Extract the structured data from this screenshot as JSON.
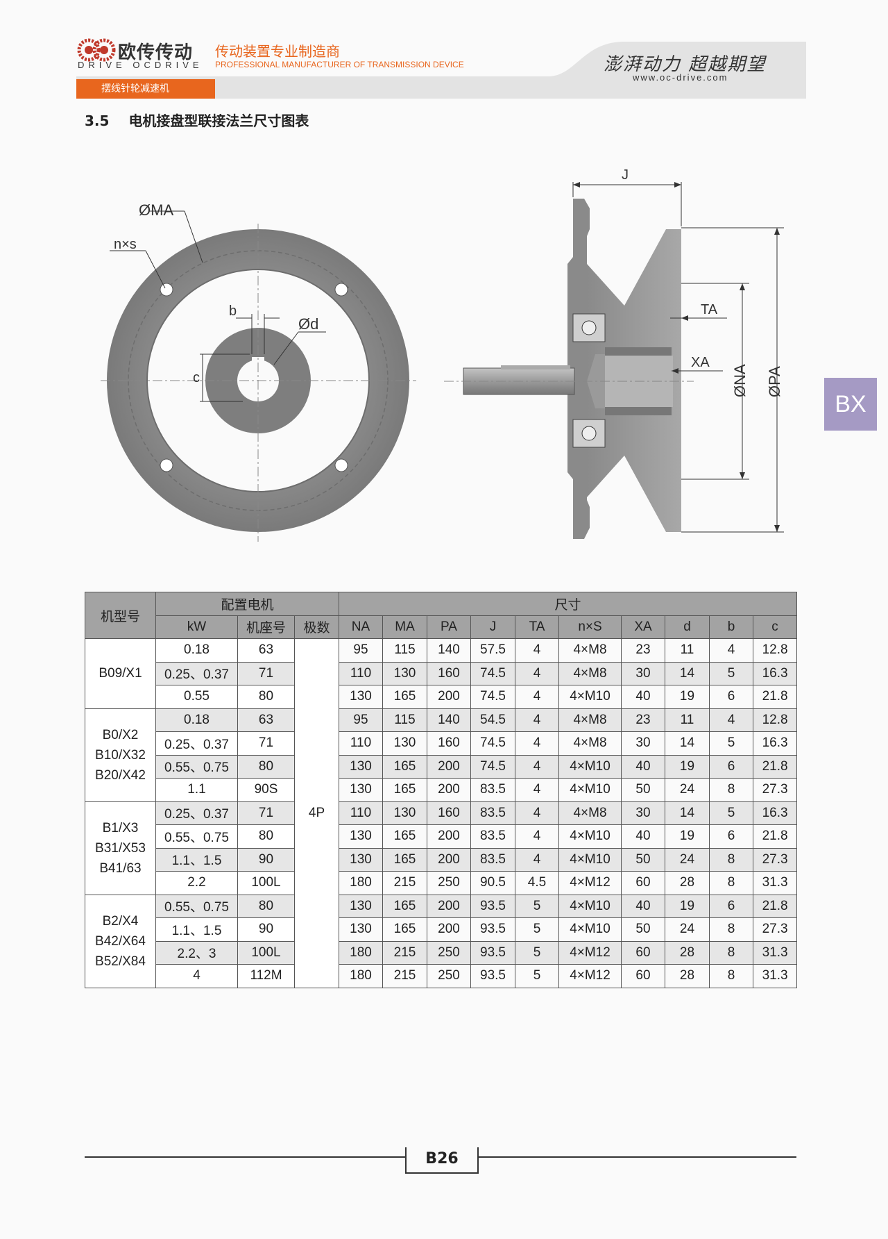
{
  "header": {
    "brand_cn": "欧传传动",
    "brand_en": "DRIVE OCDRIVE",
    "tagline_cn": "传动装置专业制造商",
    "tagline_en": "PROFESSIONAL MANUFACTURER OF TRANSMISSION DEVICE",
    "slogan": "澎湃动力 超越期望",
    "website": "www.oc-drive.com",
    "category": "摆线针轮减速机"
  },
  "section": {
    "number": "3.5",
    "title": "电机接盘型联接法兰尺寸图表"
  },
  "side_tab": "BX",
  "drawing_labels": {
    "ma": "ØMA",
    "nxs": "n×s",
    "b": "b",
    "d": "Ød",
    "c": "c",
    "j": "J",
    "ta": "TA",
    "xa": "XA",
    "na": "ØNA",
    "pa": "ØPA"
  },
  "table": {
    "group_headers": {
      "model": "机型号",
      "motor": "配置电机",
      "dims": "尺寸"
    },
    "columns": [
      "kW",
      "机座号",
      "极数",
      "NA",
      "MA",
      "PA",
      "J",
      "TA",
      "n×S",
      "XA",
      "d",
      "b",
      "c"
    ],
    "poles": "4P",
    "groups": [
      {
        "model": [
          "B09/X1"
        ],
        "rows": [
          [
            "0.18",
            "63",
            "95",
            "115",
            "140",
            "57.5",
            "4",
            "4×M8",
            "23",
            "11",
            "4",
            "12.8"
          ],
          [
            "0.25、0.37",
            "71",
            "110",
            "130",
            "160",
            "74.5",
            "4",
            "4×M8",
            "30",
            "14",
            "5",
            "16.3"
          ],
          [
            "0.55",
            "80",
            "130",
            "165",
            "200",
            "74.5",
            "4",
            "4×M10",
            "40",
            "19",
            "6",
            "21.8"
          ]
        ]
      },
      {
        "model": [
          "B0/X2",
          "B10/X32",
          "B20/X42"
        ],
        "rows": [
          [
            "0.18",
            "63",
            "95",
            "115",
            "140",
            "54.5",
            "4",
            "4×M8",
            "23",
            "11",
            "4",
            "12.8"
          ],
          [
            "0.25、0.37",
            "71",
            "110",
            "130",
            "160",
            "74.5",
            "4",
            "4×M8",
            "30",
            "14",
            "5",
            "16.3"
          ],
          [
            "0.55、0.75",
            "80",
            "130",
            "165",
            "200",
            "74.5",
            "4",
            "4×M10",
            "40",
            "19",
            "6",
            "21.8"
          ],
          [
            "1.1",
            "90S",
            "130",
            "165",
            "200",
            "83.5",
            "4",
            "4×M10",
            "50",
            "24",
            "8",
            "27.3"
          ]
        ]
      },
      {
        "model": [
          "B1/X3",
          "B31/X53",
          "B41/63"
        ],
        "rows": [
          [
            "0.25、0.37",
            "71",
            "110",
            "130",
            "160",
            "83.5",
            "4",
            "4×M8",
            "30",
            "14",
            "5",
            "16.3"
          ],
          [
            "0.55、0.75",
            "80",
            "130",
            "165",
            "200",
            "83.5",
            "4",
            "4×M10",
            "40",
            "19",
            "6",
            "21.8"
          ],
          [
            "1.1、1.5",
            "90",
            "130",
            "165",
            "200",
            "83.5",
            "4",
            "4×M10",
            "50",
            "24",
            "8",
            "27.3"
          ],
          [
            "2.2",
            "100L",
            "180",
            "215",
            "250",
            "90.5",
            "4.5",
            "4×M12",
            "60",
            "28",
            "8",
            "31.3"
          ]
        ]
      },
      {
        "model": [
          "B2/X4",
          "B42/X64",
          "B52/X84"
        ],
        "rows": [
          [
            "0.55、0.75",
            "80",
            "130",
            "165",
            "200",
            "93.5",
            "5",
            "4×M10",
            "40",
            "19",
            "6",
            "21.8"
          ],
          [
            "1.1、1.5",
            "90",
            "130",
            "165",
            "200",
            "93.5",
            "5",
            "4×M10",
            "50",
            "24",
            "8",
            "27.3"
          ],
          [
            "2.2、3",
            "100L",
            "180",
            "215",
            "250",
            "93.5",
            "5",
            "4×M12",
            "60",
            "28",
            "8",
            "31.3"
          ],
          [
            "4",
            "112M",
            "180",
            "215",
            "250",
            "93.5",
            "5",
            "4×M12",
            "60",
            "28",
            "8",
            "31.3"
          ]
        ]
      }
    ]
  },
  "page_number": "B26"
}
